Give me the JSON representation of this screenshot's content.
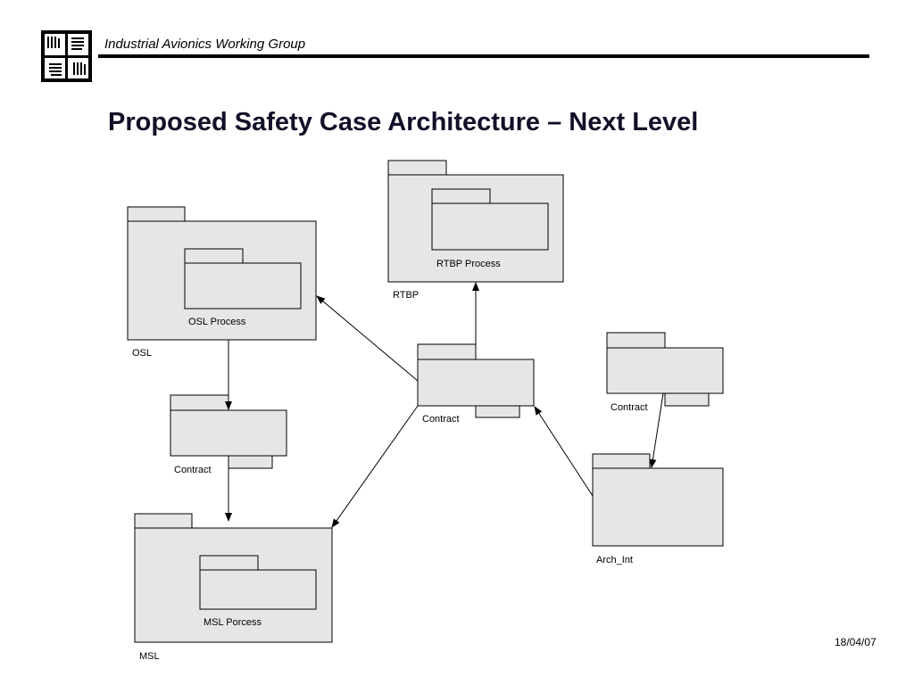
{
  "header": {
    "org_name": "Industrial Avionics Working Group",
    "logo_icon": "hands-grid-logo-icon"
  },
  "title": "Proposed Safety Case Architecture – Next Level",
  "packages": {
    "osl": {
      "label": "OSL",
      "inner_label": "OSL Process"
    },
    "rtbp": {
      "label": "RTBP",
      "inner_label": "RTBP Process"
    },
    "msl": {
      "label": "MSL",
      "inner_label": "MSL Porcess"
    },
    "contract_left": {
      "label": "Contract"
    },
    "contract_center": {
      "label": "Contract"
    },
    "contract_right": {
      "label": "Contract"
    },
    "arch_int": {
      "label": "Arch_Int"
    }
  },
  "relations": [
    {
      "from": "contract_center",
      "to": "osl"
    },
    {
      "from": "contract_center",
      "to": "rtbp"
    },
    {
      "from": "contract_center",
      "to": "msl"
    },
    {
      "from": "osl",
      "to": "contract_left"
    },
    {
      "from": "contract_left",
      "to": "msl"
    },
    {
      "from": "arch_int",
      "to": "contract_center"
    },
    {
      "from": "contract_right",
      "to": "arch_int"
    }
  ],
  "colors": {
    "package_fill": "#e6e6e6",
    "title_color": "#101028"
  },
  "footer": {
    "date": "18/04/07"
  }
}
